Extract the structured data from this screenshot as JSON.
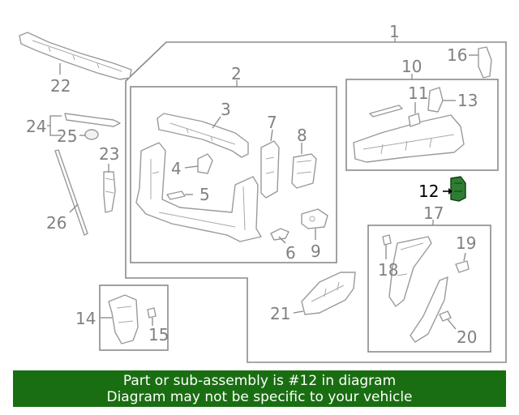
{
  "callouts": {
    "c1": "1",
    "c2": "2",
    "c3": "3",
    "c4": "4",
    "c5": "5",
    "c6": "6",
    "c7": "7",
    "c8": "8",
    "c9": "9",
    "c10": "10",
    "c11": "11",
    "c12": "12",
    "c13": "13",
    "c14": "14",
    "c15": "15",
    "c16": "16",
    "c17": "17",
    "c18": "18",
    "c19": "19",
    "c20": "20",
    "c21": "21",
    "c22": "22",
    "c23": "23",
    "c24": "24",
    "c25": "25",
    "c26": "26"
  },
  "highlighted_part": "12",
  "banner": {
    "line1": "Part or sub-assembly is #12 in diagram",
    "line2": "Diagram may not be specific to your vehicle"
  },
  "colors": {
    "banner_bg": "#1a6e12",
    "banner_text": "#ffffff",
    "line_art": "#9a9a9a",
    "highlight": "#2e7d32"
  }
}
